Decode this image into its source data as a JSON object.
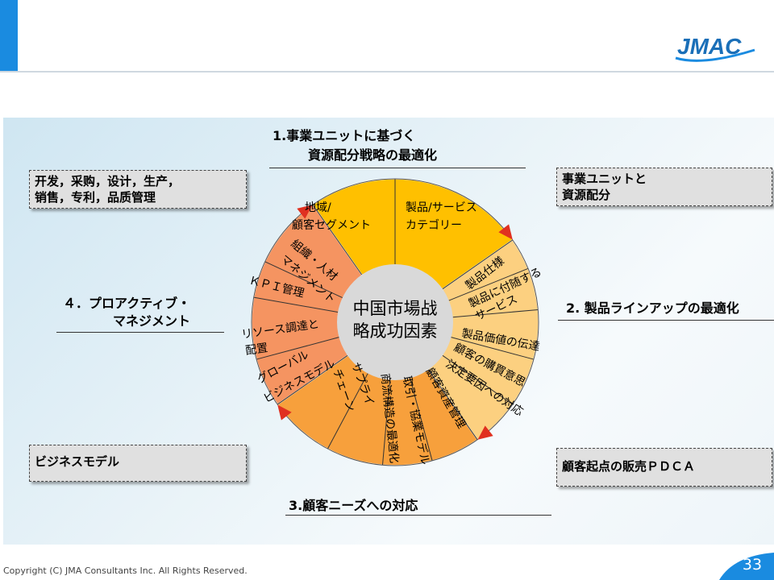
{
  "header": {
    "logo_text": "JMAC"
  },
  "center": {
    "line1": "中国市場战",
    "line2": "略成功因素"
  },
  "sections": {
    "s1": {
      "line1": "1.事業ユニットに基づく",
      "line2": "資源配分戦略の最適化"
    },
    "s2": {
      "line1": "2. 製品ラインアップの最適化"
    },
    "s3": {
      "line1": "3.顧客ニーズへの対応"
    },
    "s4": {
      "line1": "４．プロアクティブ・",
      "line2": "マネジメント"
    }
  },
  "boxes": {
    "top_left": {
      "line1": "开发，采购，设计，生产，",
      "line2": "销售，专利，品质管理"
    },
    "top_right": {
      "line1": "事業ユニットと",
      "line2": "資源配分"
    },
    "bottom_left": {
      "line1": "ビジネスモデル"
    },
    "bottom_right": {
      "line1": "顧客起点の販売ＰＤＣＡ"
    }
  },
  "segments": {
    "yellow": [
      {
        "line1": "地域/",
        "line2": "顧客セグメント"
      },
      {
        "line1": "製品/サービス",
        "line2": "カテゴリー"
      }
    ],
    "light": [
      {
        "line1": "製品仕様"
      },
      {
        "line1": "製品に付随する",
        "line2": "サービス"
      },
      {
        "line1": "製品価値の伝達"
      },
      {
        "line1": "顧客の購買意思",
        "line2": "決定要因への対応"
      }
    ],
    "orange": [
      {
        "line1": "顧客資産管理"
      },
      {
        "line1": "取引・協業モデル"
      },
      {
        "line1": "商流構造の最適化"
      },
      {
        "line1": "サプライ",
        "line2": "チェーン"
      }
    ],
    "salmon": [
      {
        "line1": "グローバル",
        "line2": "ビジネスモデル"
      },
      {
        "line1": "リソース調達と",
        "line2": "配置"
      },
      {
        "line1": "ＫＰＩ管理"
      },
      {
        "line1": "組織・人材",
        "line2": "マネジメント"
      }
    ]
  },
  "colors": {
    "accent": "#1a8be0",
    "yellow": "#ffc000",
    "light_orange": "#fcd080",
    "orange": "#f7a03c",
    "salmon": "#f59461",
    "triangle": "#e03020",
    "center": "#d9d9d9"
  },
  "footer": {
    "copyright": "Copyright (C) JMA Consultants Inc. All Rights Reserved.",
    "page": "33"
  }
}
